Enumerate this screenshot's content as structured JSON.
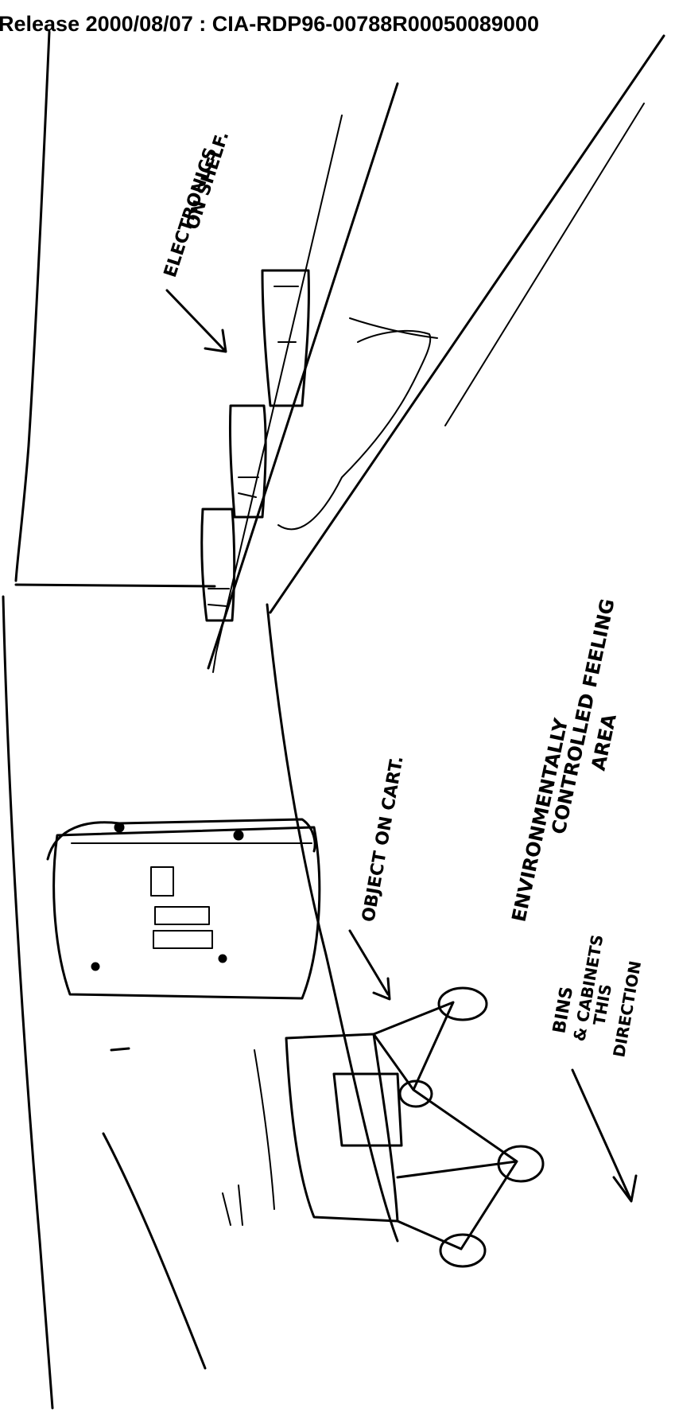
{
  "header": {
    "release_line": "Release 2000/08/07 : CIA-RDP96-00788R00050089000"
  },
  "annotations": {
    "electronics_line1": "ELECTRONICS",
    "electronics_line2": "ON SHELF.",
    "object_on_cart": "OBJECT ON CART.",
    "env_line1": "ENVIRONMENTALLY",
    "env_line2": "CONTROLLED FEELING",
    "env_line3": "AREA",
    "bins_line1": "BINS",
    "bins_line2": "& CABINETS",
    "bins_line3": "THIS",
    "bins_line4": "DIRECTION"
  }
}
